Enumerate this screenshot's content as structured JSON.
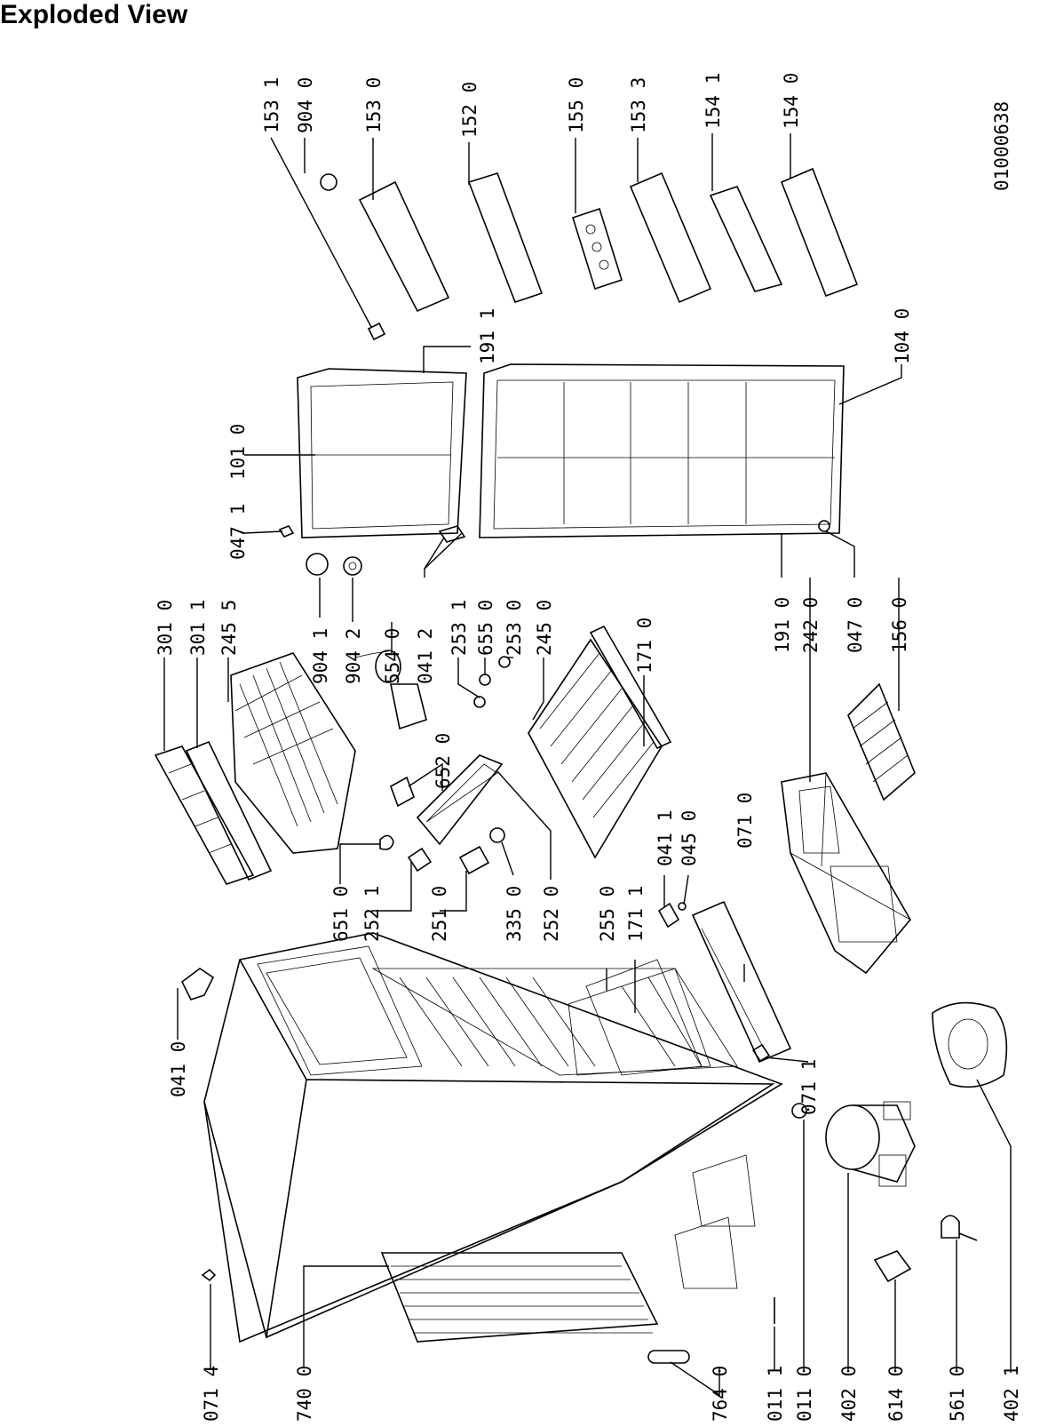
{
  "title": "Exploded View",
  "drawing_number": "01000638",
  "callouts": [
    {
      "id": "c-0714",
      "code": "071 4"
    },
    {
      "id": "c-7400",
      "code": "740 0"
    },
    {
      "id": "c-7640",
      "code": "764 0"
    },
    {
      "id": "c-0111",
      "code": "011 1"
    },
    {
      "id": "c-0110",
      "code": "011 0"
    },
    {
      "id": "c-4020",
      "code": "402 0"
    },
    {
      "id": "c-6140",
      "code": "614 0"
    },
    {
      "id": "c-5610",
      "code": "561 0"
    },
    {
      "id": "c-4021",
      "code": "402 1"
    },
    {
      "id": "c-0410",
      "code": "041 0"
    },
    {
      "id": "c-0711",
      "code": "071 1"
    },
    {
      "id": "c-6510",
      "code": "651 0"
    },
    {
      "id": "c-2521",
      "code": "252 1"
    },
    {
      "id": "c-2510",
      "code": "251 0"
    },
    {
      "id": "c-3350",
      "code": "335 0"
    },
    {
      "id": "c-2520",
      "code": "252 0"
    },
    {
      "id": "c-2550",
      "code": "255 0"
    },
    {
      "id": "c-1711",
      "code": "171 1"
    },
    {
      "id": "c-0411",
      "code": "041 1"
    },
    {
      "id": "c-0450",
      "code": "045 0"
    },
    {
      "id": "c-0710",
      "code": "071 0"
    },
    {
      "id": "c-3010",
      "code": "301 0"
    },
    {
      "id": "c-3011",
      "code": "301 1"
    },
    {
      "id": "c-2455",
      "code": "245 5"
    },
    {
      "id": "c-6520",
      "code": "652 0"
    },
    {
      "id": "c-9041",
      "code": "904 1"
    },
    {
      "id": "c-9042",
      "code": "904 2"
    },
    {
      "id": "c-5540",
      "code": "554 0"
    },
    {
      "id": "c-0412",
      "code": "041 2"
    },
    {
      "id": "c-2531",
      "code": "253 1"
    },
    {
      "id": "c-6550",
      "code": "655 0"
    },
    {
      "id": "c-2530",
      "code": "253 0"
    },
    {
      "id": "c-2450",
      "code": "245 0"
    },
    {
      "id": "c-1710",
      "code": "171 0"
    },
    {
      "id": "c-1910",
      "code": "191 0"
    },
    {
      "id": "c-2420",
      "code": "242 0"
    },
    {
      "id": "c-0470",
      "code": "047 0"
    },
    {
      "id": "c-1560",
      "code": "156 0"
    },
    {
      "id": "c-0471",
      "code": "047 1"
    },
    {
      "id": "c-1010",
      "code": "101 0"
    },
    {
      "id": "c-1911",
      "code": "191 1"
    },
    {
      "id": "c-1040",
      "code": "104 0"
    },
    {
      "id": "c-1531",
      "code": "153 1"
    },
    {
      "id": "c-9040",
      "code": "904 0"
    },
    {
      "id": "c-1530",
      "code": "153 0"
    },
    {
      "id": "c-1520",
      "code": "152 0"
    },
    {
      "id": "c-1550",
      "code": "155 0"
    },
    {
      "id": "c-1533",
      "code": "153 3"
    },
    {
      "id": "c-1541",
      "code": "154 1"
    },
    {
      "id": "c-1540",
      "code": "154 0"
    }
  ]
}
